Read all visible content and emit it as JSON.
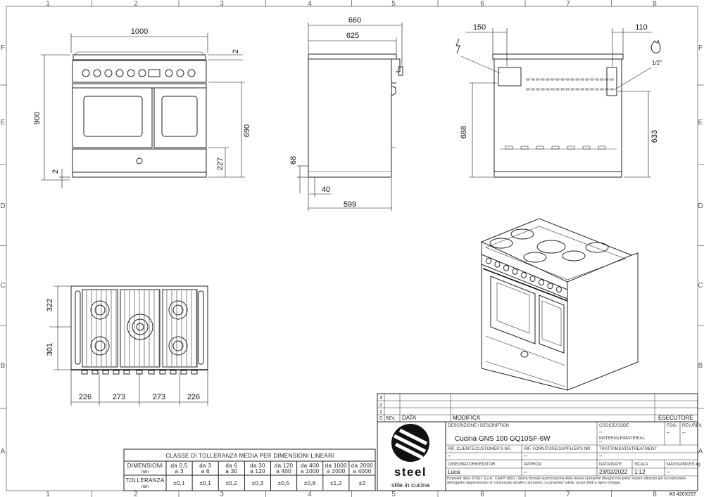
{
  "sheet": {
    "frame_columns": [
      "1",
      "2",
      "3",
      "4",
      "5",
      "6",
      "7",
      "8"
    ],
    "frame_rows": [
      "F",
      "E",
      "D",
      "C",
      "B",
      "A"
    ]
  },
  "front_view": {
    "width": "1000",
    "top_offset": "2",
    "height": "900",
    "oven_height": "690",
    "drawer_height": "227",
    "foot": "2"
  },
  "side_view": {
    "depth_total": "660",
    "depth_body": "625",
    "depth_base": "599",
    "plinth_height": "68",
    "plinth_depth": "40"
  },
  "rear_view": {
    "electric_offset": "150",
    "gas_offset": "110",
    "electric_height": "688",
    "gas_height": "633",
    "gas_label": "1/2\""
  },
  "top_view": {
    "depth_front": "322",
    "depth_rear": "301",
    "col_1": "226",
    "col_2": "273",
    "col_3": "273",
    "col_4": "226"
  },
  "tolerance_table": {
    "title": "CLASSE DI TOLLERANZA MEDIA PER DIMENSIONI LINEARI",
    "row1_label": "DIMENSIONI",
    "row1_unit": "mm",
    "row2_label": "TOLLERANZA",
    "row2_unit": "mm",
    "ranges": [
      {
        "top": "da 0,5",
        "bottom": "a 3"
      },
      {
        "top": "da 3",
        "bottom": "a 6"
      },
      {
        "top": "da 6",
        "bottom": "a 30"
      },
      {
        "top": "da 30",
        "bottom": "a 120"
      },
      {
        "top": "da 120",
        "bottom": "a 400"
      },
      {
        "top": "da 400",
        "bottom": "a 1000"
      },
      {
        "top": "da 1000",
        "bottom": "a 2000"
      },
      {
        "top": "da 2000",
        "bottom": "a 4000"
      }
    ],
    "tolerances": [
      "±0,1",
      "±0,1",
      "±0,2",
      "±0,3",
      "±0,5",
      "±0,8",
      "±1,2",
      "±2"
    ]
  },
  "title_block": {
    "rev_rows": [
      "3",
      "2",
      "1",
      "0"
    ],
    "rev_header": "REV.",
    "data_header": "DATA",
    "modifica_header": "MODIFICA",
    "esecutore_header": "ESECUTORE",
    "descr_label": "DESCRIZIONE / DESCRIPTION",
    "description": "Cucina GNS 100 GQ10SF-6W",
    "codice_label": "CODICE/CODE",
    "codice_value": "–",
    "materiale_label": "MATERIALE/MATERIAL",
    "materiale_value": "–",
    "fog_label": "FOG.",
    "fog_value": "–",
    "rev_label": "REV./REV.",
    "rev_value": "–",
    "ref_label": "RIF. CLIENTE/CUSTOMER'S NR.",
    "ref_value": "–",
    "ref2_label": "RIF. FORNITORE/SUPPLIER'S NR.",
    "ref2_value": "–",
    "trattamento_label": "TRATTAMENTO/TREATMENT",
    "trattamento_value": "–",
    "disegnatore_label": "DISEGNATORE/EDITOR",
    "disegnatore_value": "Luca",
    "approv_label": "APPROV.",
    "approv_value": "–",
    "data_label": "DATA/DATE",
    "data_value": "23/02/2022",
    "scala_label": "SCALA",
    "scala_value": "1:12",
    "massa_label": "MASSA/MASS kg",
    "massa_value": "–",
    "legal": "Proprieta' della STEEL S.p.A.. CARPI (MO) - Senza formale autorizzazione della stessa il presente disegno non potra' essere utilizzato per la costruzione dell'oggetto rappresentato ne' comunicato ad altri o riprodotto. La proprieta' tutela i propri diritti a rigore di legge.",
    "brand": "steel",
    "tagline": "stile in cucina",
    "sheet_format": "A3 420X297"
  }
}
